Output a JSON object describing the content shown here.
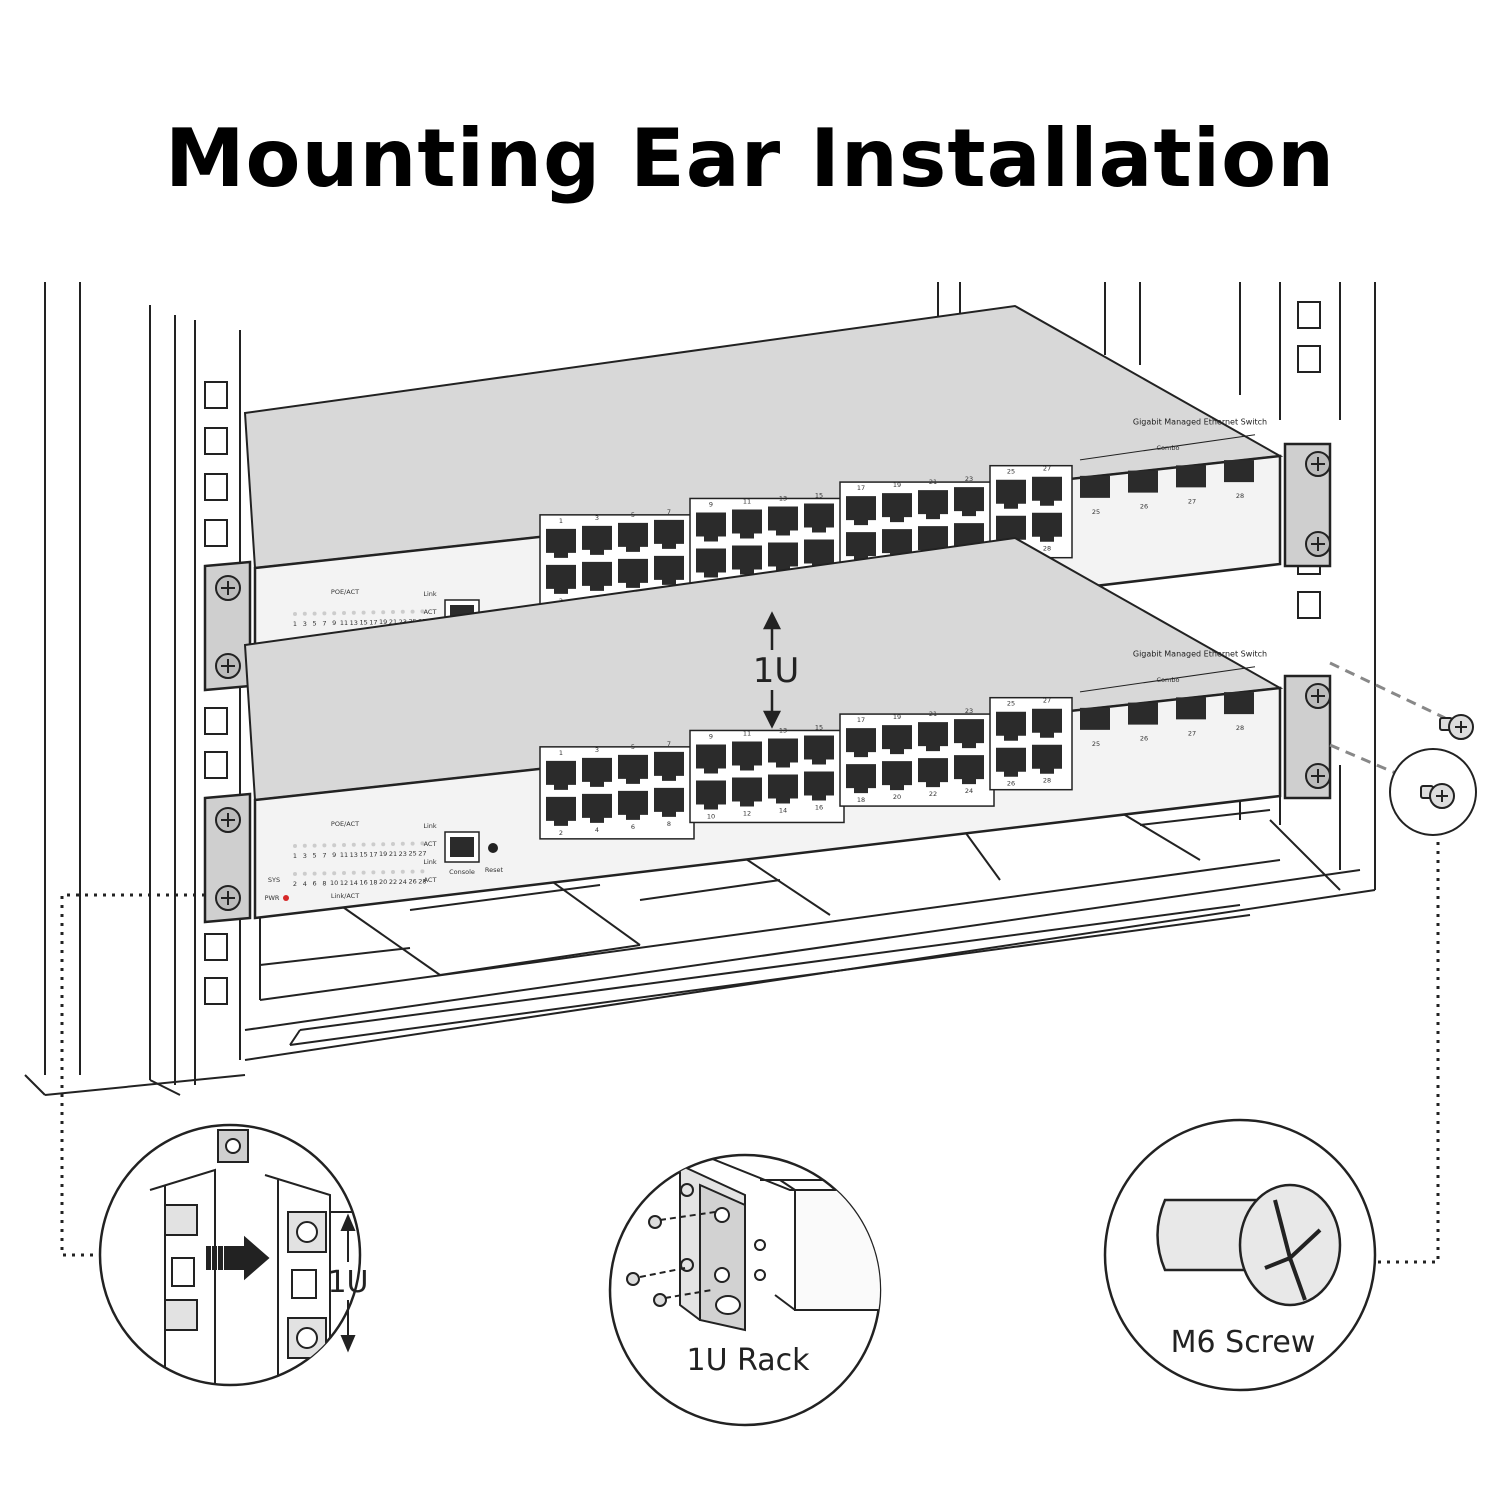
{
  "title": "Mounting Ear Installation",
  "switch": {
    "name": "Gigabit Managed Ethernet Switch",
    "combo_label": "Combo",
    "console_label": "Console",
    "reset_label": "Reset",
    "poe_act_label": "POE/ACT",
    "link_act_label": "Link/ACT",
    "sys_label": "SYS",
    "pwr_label": "PWR",
    "led_right_labels": [
      "Link",
      "ACT",
      "Link",
      "ACT"
    ],
    "led_top_numbers": [
      "1",
      "3",
      "5",
      "7",
      "9",
      "11",
      "13",
      "15",
      "17",
      "19",
      "21",
      "23",
      "25",
      "27"
    ],
    "led_bottom_numbers": [
      "2",
      "4",
      "6",
      "8",
      "10",
      "12",
      "14",
      "16",
      "18",
      "20",
      "22",
      "24",
      "26",
      "28"
    ],
    "port_group_top_labels": [
      [
        "1",
        "3",
        "5",
        "7"
      ],
      [
        "9",
        "11",
        "13",
        "15"
      ],
      [
        "17",
        "19",
        "21",
        "23"
      ],
      [
        "25",
        "27"
      ]
    ],
    "port_group_bottom_labels": [
      [
        "2",
        "4",
        "6",
        "8"
      ],
      [
        "10",
        "12",
        "14",
        "16"
      ],
      [
        "18",
        "20",
        "22",
        "24"
      ],
      [
        "26",
        "28"
      ]
    ],
    "sfp_labels": [
      "25",
      "26",
      "27",
      "28"
    ]
  },
  "spacing_label": "1U",
  "callouts": {
    "cage_nut": "1U",
    "rack": "1U Rack",
    "screw": "M6 Screw"
  },
  "colors": {
    "line": "#222222",
    "panel": "#f3f3f3",
    "top": "#d8d8d8",
    "port": "#2b2b2b",
    "led_red": "#d62828"
  }
}
